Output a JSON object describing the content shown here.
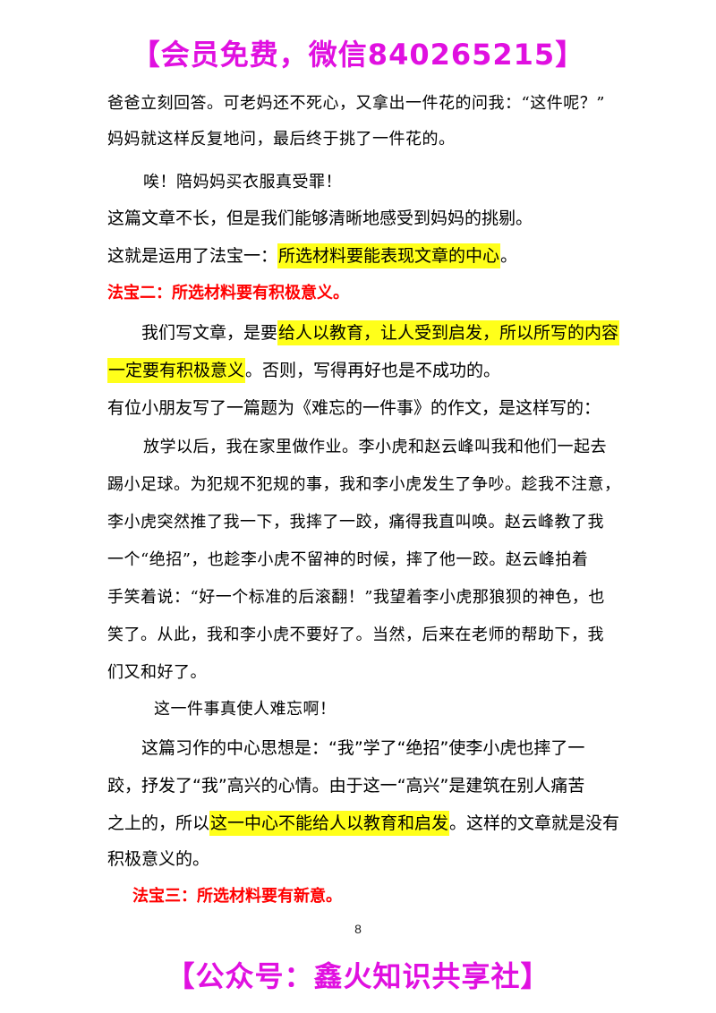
{
  "header_banner": "【会员免费，微信840265215】",
  "footer_banner": "【公众号：鑫火知识共享社】",
  "page_number": "8",
  "colors": {
    "banner": "#e010e0",
    "highlight": "#ffff1a",
    "heading": "#ff0000"
  },
  "lines": {
    "l1": "爸爸立刻回答。可老妈还不死心，又拿出一件花的问我：“这件呢？”",
    "l2": "妈妈就这样反复地问，最后终于挑了一件花的。",
    "l3": "唉！陪妈妈买衣服真受罪！",
    "l4": "这篇文章不长，但是我们能够清晰地感受到妈妈的挑剔。",
    "l5a": "这就是运用了法宝一：",
    "l5b": "所选材料要能表现文章的中心",
    "l5c": "。",
    "h2": "法宝二：所选材料要有积极意义。",
    "l6a": "我们写文章，是要",
    "l6b": "给人以教育，让人受到启发，所以所写的内容",
    "l7a": "一定要有积极意义",
    "l7b": "。否则，写得再好也是不成功的。",
    "l8": "有位小朋友写了一篇题为《难忘的一件事》的作文，是这样写的：",
    "e1": "放学以后，我在家里做作业。李小虎和赵云峰叫我和他们一起去",
    "e2": "踢小足球。为犯规不犯规的事，我和李小虎发生了争吵。趁我不注意，",
    "e3": "李小虎突然推了我一下，我摔了一跤，痛得我直叫唤。赵云峰教了我",
    "e4": "一个“绝招”，也趁李小虎不留神的时候，摔了他一跤。赵云峰拍着",
    "e5": "手笑着说：“好一个标准的后滚翻！”我望着李小虎那狼狈的神色，也",
    "e6": "笑了。从此，我和李小虎不要好了。当然，后来在老师的帮助下，我",
    "e7": "们又和好了。",
    "e8": "这一件事真使人难忘啊！",
    "a1": "这篇习作的中心思想是：“我”学了“绝招”使李小虎也摔了一",
    "a2": "跤，抒发了“我”高兴的心情。由于这一“高兴”是建筑在别人痛苦",
    "a3a": "之上的，所以",
    "a3b": "这一中心不能给人以教育和启发",
    "a3c": "。这样的文章就是没有",
    "a4": "积极意义的。",
    "h3": "法宝三：所选材料要有新意。"
  }
}
